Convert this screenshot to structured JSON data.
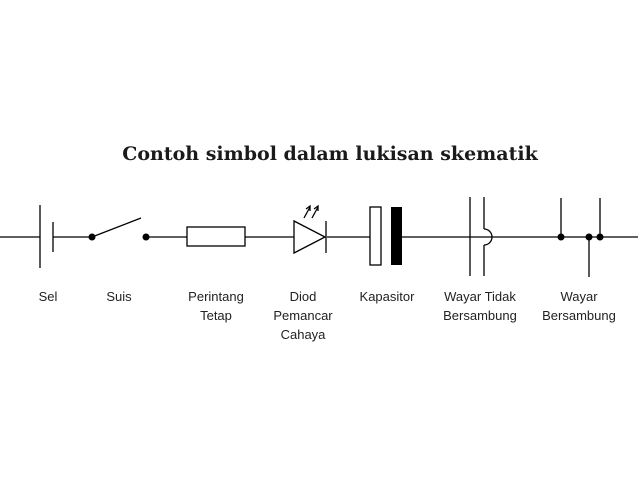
{
  "title": "Contoh simbol dalam lukisan skematik",
  "symbols": [
    {
      "label": "Sel"
    },
    {
      "label": "Suis"
    },
    {
      "label": "Perintang\nTetap"
    },
    {
      "label": "Diod\nPemancar\nCahaya"
    },
    {
      "label": "Kapasitor"
    },
    {
      "label": "Wayar Tidak\nBersambung"
    },
    {
      "label": "Wayar\nBersambung"
    }
  ]
}
